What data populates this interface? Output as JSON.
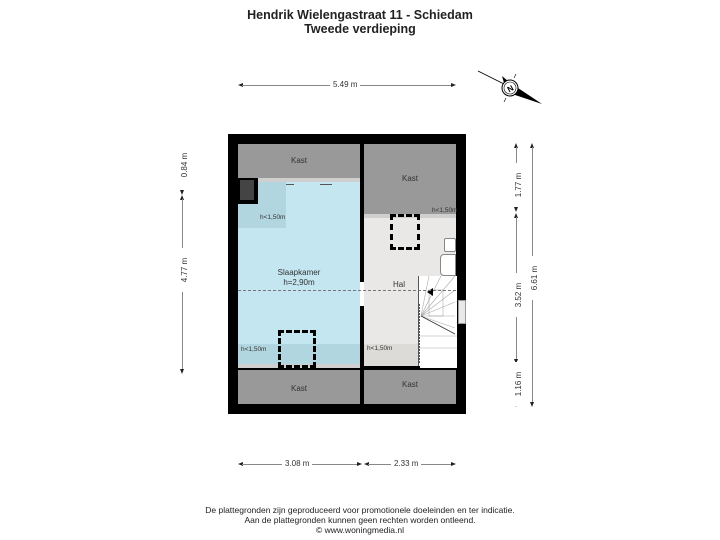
{
  "header": {
    "title": "Hendrik Wielengastraat 11 - Schiedam",
    "subtitle": "Tweede verdieping"
  },
  "compass": {
    "icon": "north-arrow-compass-icon",
    "letter": "N"
  },
  "dimensions": {
    "top_width": "5.49 m",
    "left_top": "0.84 m",
    "left_main": "4.77 m",
    "right_top": "1.77 m",
    "right_middle": "3.52 m",
    "right_bottom": "1.16 m",
    "right_total": "6.61 m",
    "bottom_left": "3.08 m",
    "bottom_right": "2.33 m"
  },
  "rooms": {
    "kast_top_left": {
      "label": "Kast"
    },
    "kast_top_right": {
      "label": "Kast"
    },
    "kast_bottom_left": {
      "label": "Kast"
    },
    "kast_bottom_right": {
      "label": "Kast"
    },
    "slaapkamer": {
      "label": "Slaapkamer",
      "height": "h=2,90m"
    },
    "hal": {
      "label": "Hal"
    },
    "low_ceiling_labels": {
      "slaapkamer_top": "h<1,50m",
      "slaapkamer_bottom": "h<1,50m",
      "hal_top": "h<1,50m",
      "hal_bottom": "h<1,50m"
    }
  },
  "colors": {
    "wall": "#000000",
    "kast": "#999999",
    "slaapkamer": "#c3e6f0",
    "slaapkamer_low": "#b2d6e0",
    "hal": "#e9e8e6",
    "hal_low": "#dcdbd8",
    "stairs": "#ffffff"
  },
  "footer": {
    "line1": "De plattegronden zijn geproduceerd voor promotionele doeleinden en ter indicatie.",
    "line2": "Aan de plattegronden kunnen geen rechten worden ontleend.",
    "line3": "© www.woningmedia.nl"
  }
}
